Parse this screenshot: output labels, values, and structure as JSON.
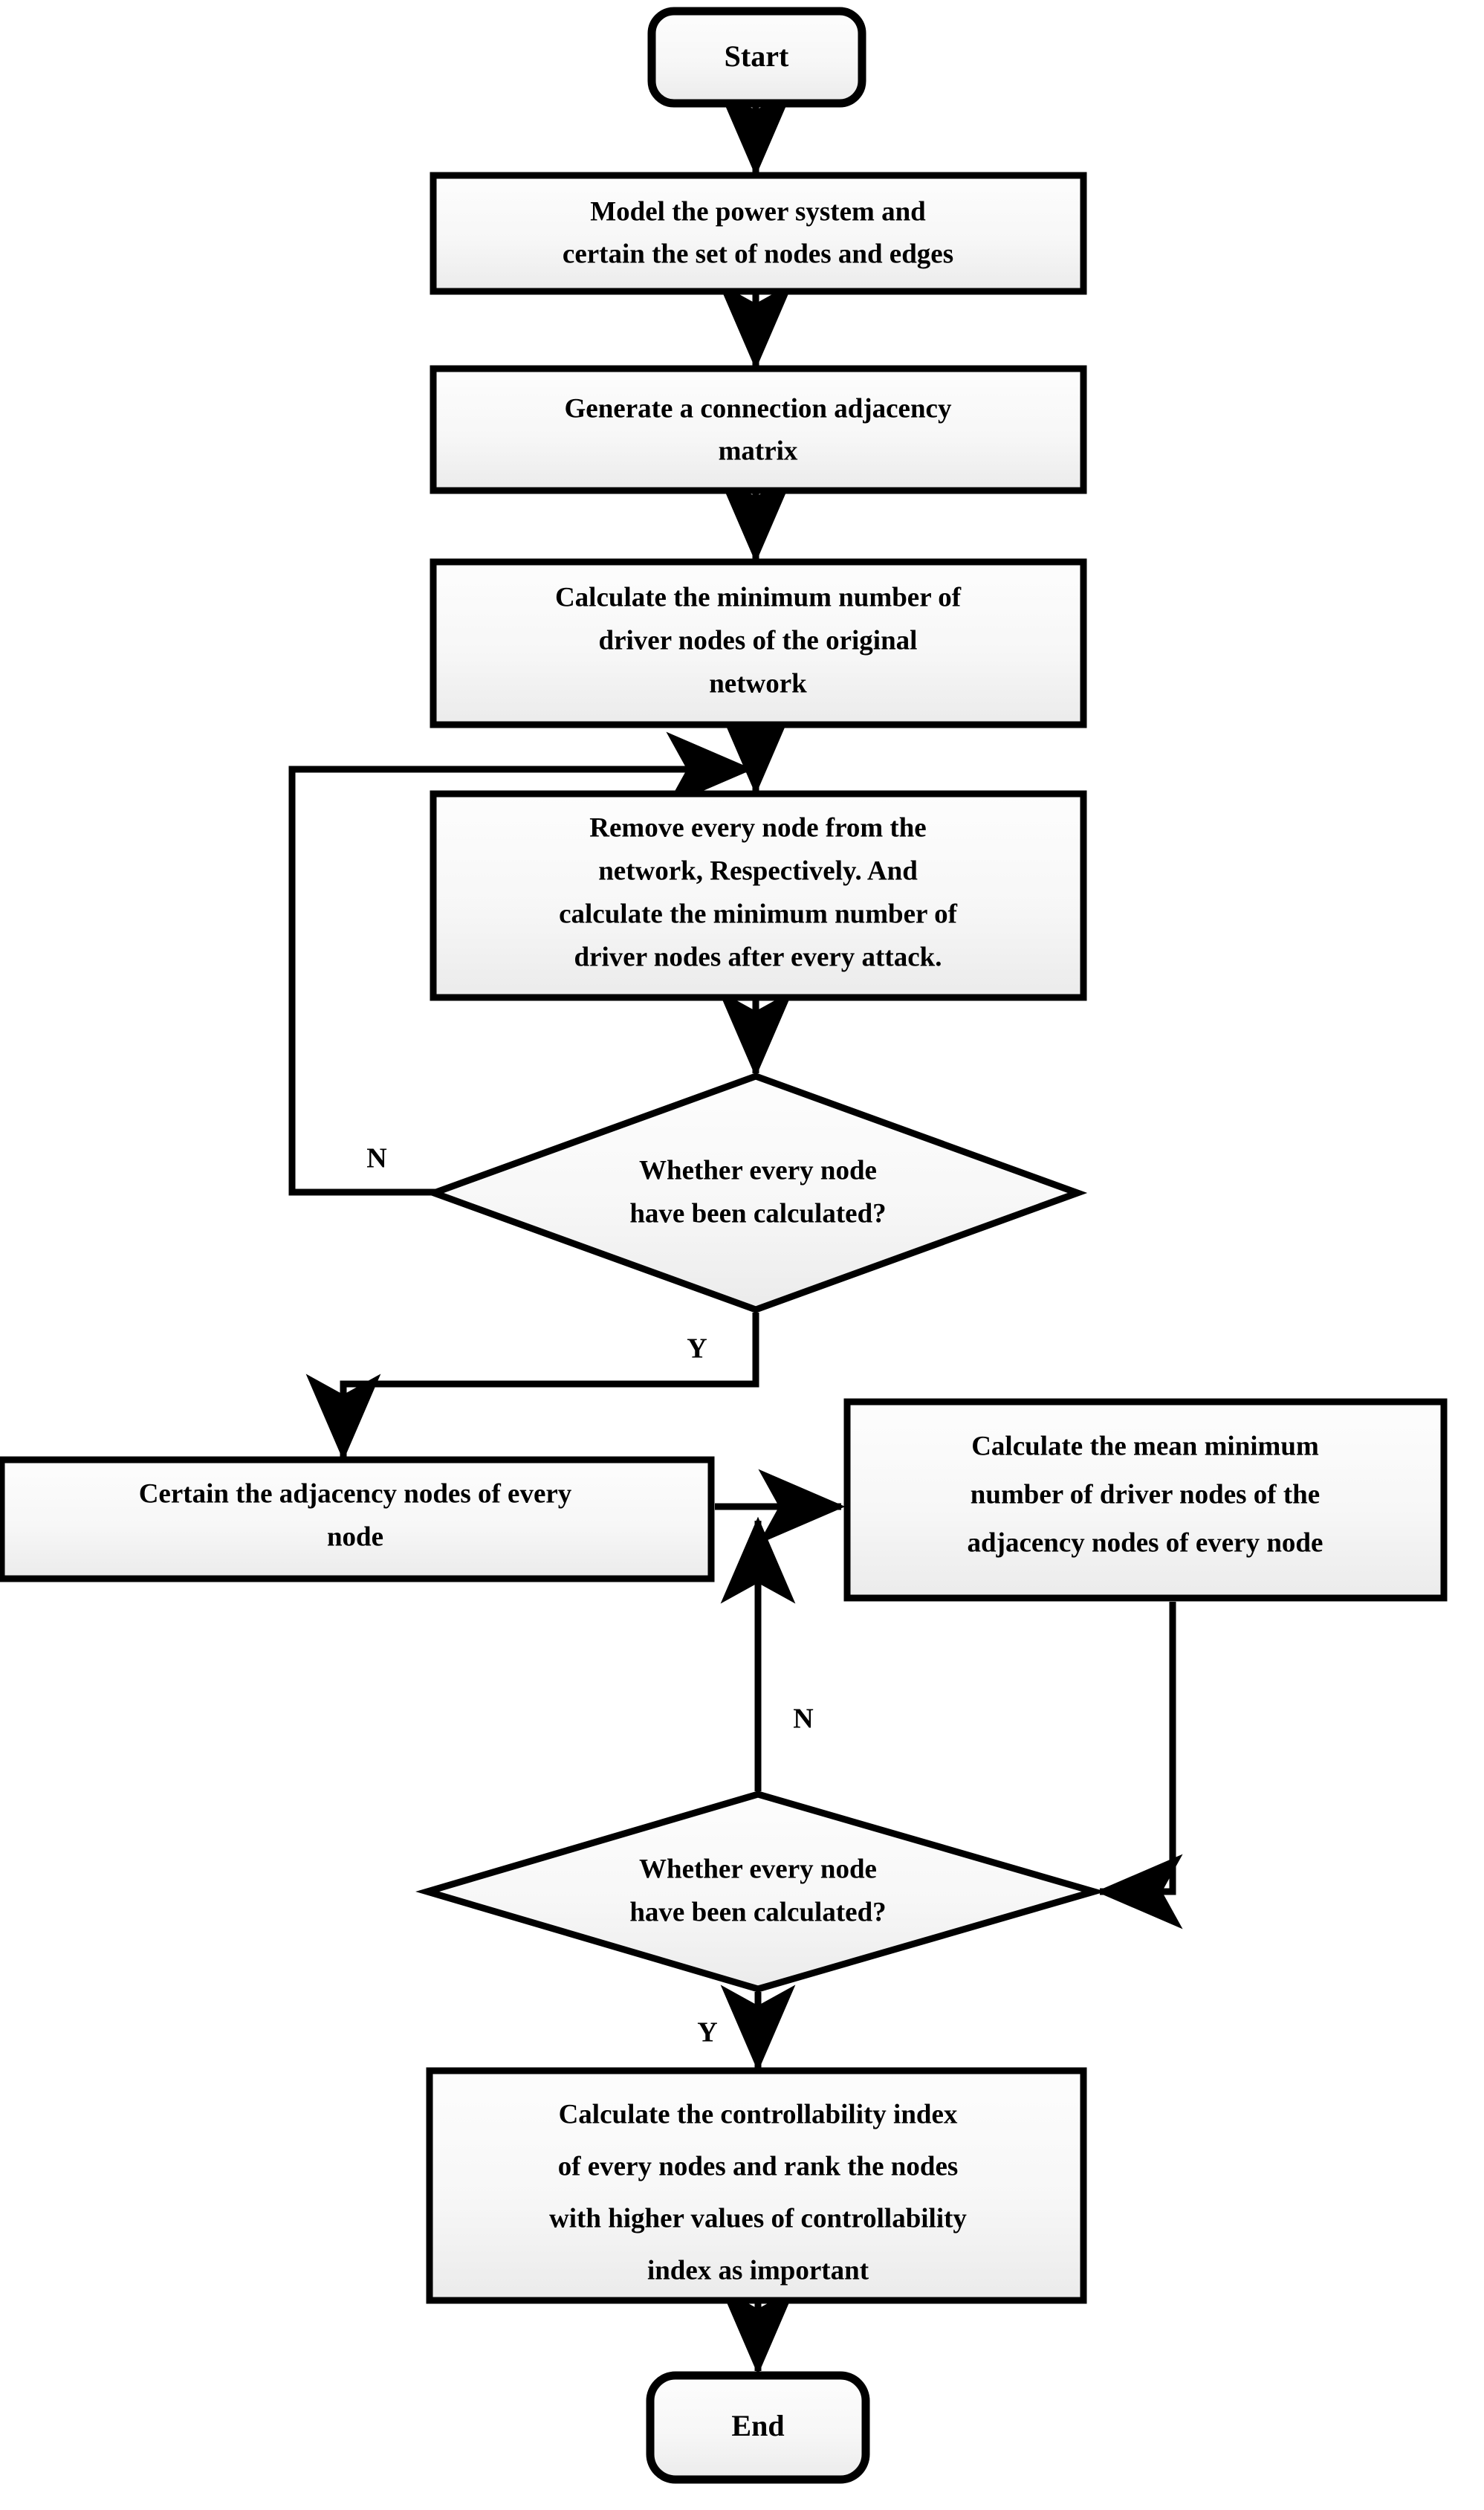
{
  "diagram": {
    "title": "Power system node controllability ranking flowchart",
    "type": "flowchart",
    "background_color": "#ffffff",
    "shape_fill_top": "#fcfcfc",
    "shape_fill_bottom": "#ededed",
    "stroke_color": "#000000"
  },
  "nodes": {
    "start": {
      "shape": "terminator",
      "label": "Start"
    },
    "model_power_system": {
      "shape": "process",
      "lines": [
        "Model the power system and",
        "certain the set of nodes and edges"
      ]
    },
    "generate_matrix": {
      "shape": "process",
      "lines": [
        "Generate a connection adjacency",
        "matrix"
      ]
    },
    "calc_min_driver_original": {
      "shape": "process",
      "lines": [
        "Calculate the minimum number of",
        "driver nodes of the original",
        "network"
      ]
    },
    "remove_every_node": {
      "shape": "process",
      "lines": [
        "Remove every node from the",
        "network, Respectively. And",
        "calculate the minimum number of",
        "driver nodes after every attack."
      ]
    },
    "decision_one": {
      "shape": "decision",
      "lines": [
        "Whether every node",
        "have been calculated?"
      ]
    },
    "certain_adjacency_nodes": {
      "shape": "process",
      "lines": [
        "Certain the adjacency nodes of every",
        "node"
      ]
    },
    "calc_mean_min_driver": {
      "shape": "process",
      "lines": [
        "Calculate the mean minimum",
        "number of driver nodes of the",
        "adjacency nodes of every node"
      ]
    },
    "decision_two": {
      "shape": "decision",
      "lines": [
        "Whether every node",
        "have been calculated?"
      ]
    },
    "calc_controllability_index": {
      "shape": "process",
      "lines": [
        "Calculate the controllability index",
        "of every nodes and rank the nodes",
        "with higher values of controllability",
        "index as important"
      ]
    },
    "end": {
      "shape": "terminator",
      "label": "End"
    }
  },
  "branch_labels": {
    "decision_one_no": "N",
    "decision_one_yes": "Y",
    "decision_two_no": "N",
    "decision_two_yes": "Y"
  }
}
